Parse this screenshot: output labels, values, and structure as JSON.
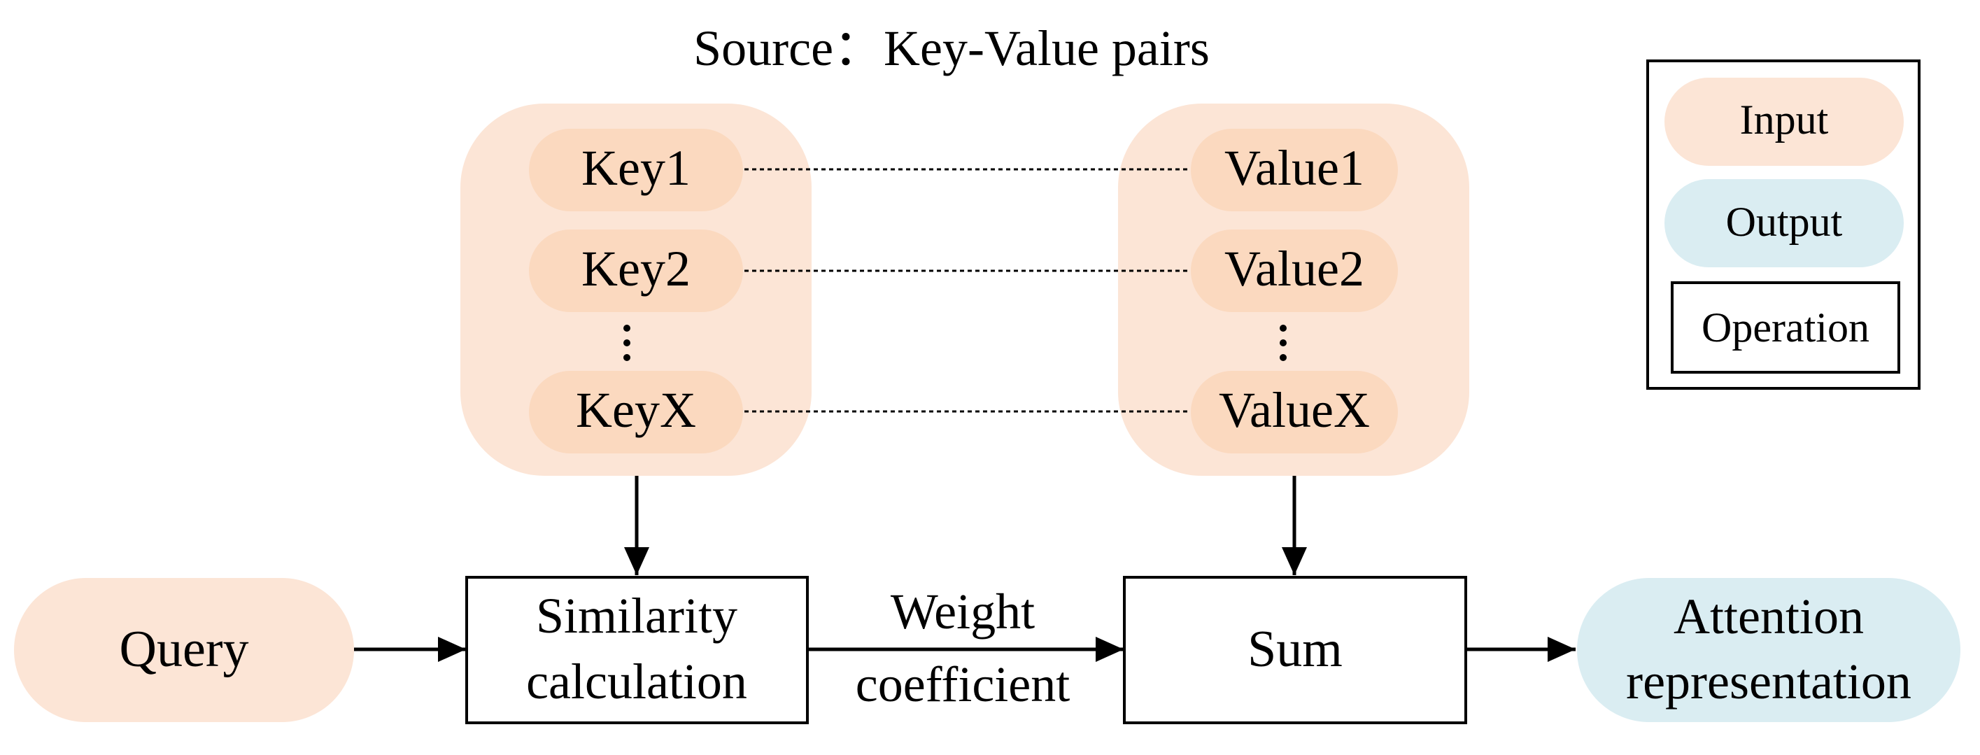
{
  "title": "Source：Key-Value pairs",
  "keys": [
    "Key1",
    "Key2",
    "KeyX"
  ],
  "values": [
    "Value1",
    "Value2",
    "ValueX"
  ],
  "query": "Query",
  "similarity": [
    "Similarity",
    "calculation"
  ],
  "weight": [
    "Weight",
    "coefficient"
  ],
  "sum": "Sum",
  "attention": [
    "Attention",
    "representation"
  ],
  "legend": {
    "input": "Input",
    "output": "Output",
    "operation": "Operation"
  },
  "colors": {
    "input_fill": "#fbd9bf",
    "group_fill": "#fce5d6",
    "output_fill": "#daedf2",
    "stroke": "#000000"
  }
}
